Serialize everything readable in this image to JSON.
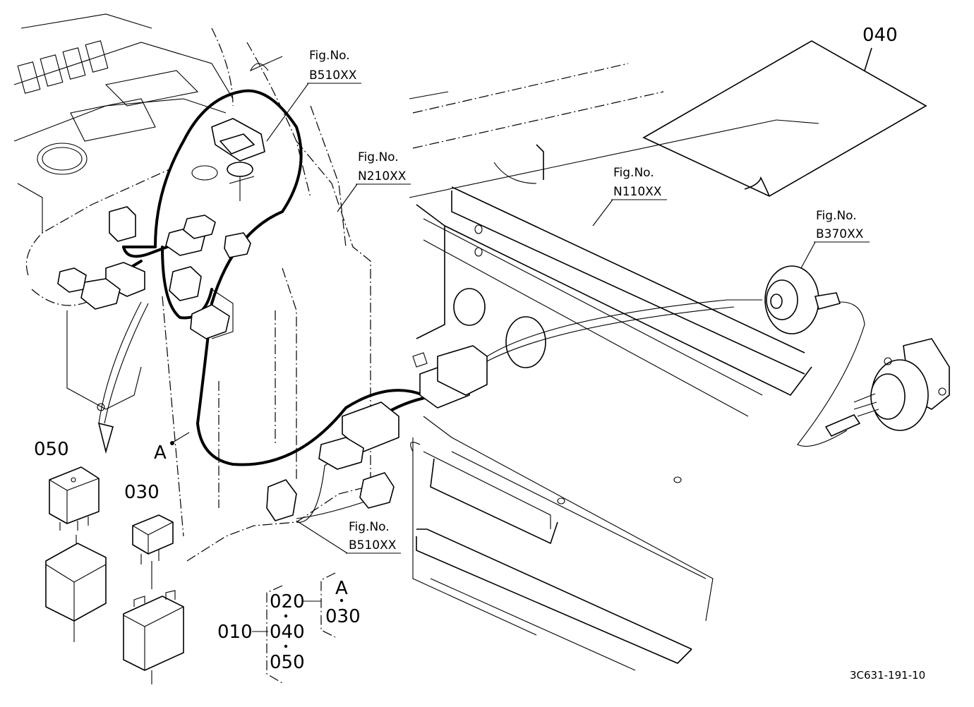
{
  "parts": {
    "p040": "040",
    "p050": "050",
    "p030_relay": "030",
    "p010": "010",
    "p020": "020",
    "p040_tree": "040",
    "p050_tree": "050",
    "p030_tree": "030"
  },
  "refs": {
    "a_point": "A",
    "a_tree": "A"
  },
  "figrefs": {
    "fig_label": "Fig.No.",
    "b510_top": "B510XX",
    "n210": "N210XX",
    "n110": "N110XX",
    "b370": "B370XX",
    "b510_bottom": "B510XX"
  },
  "drawing_code": "3C631-191-10"
}
